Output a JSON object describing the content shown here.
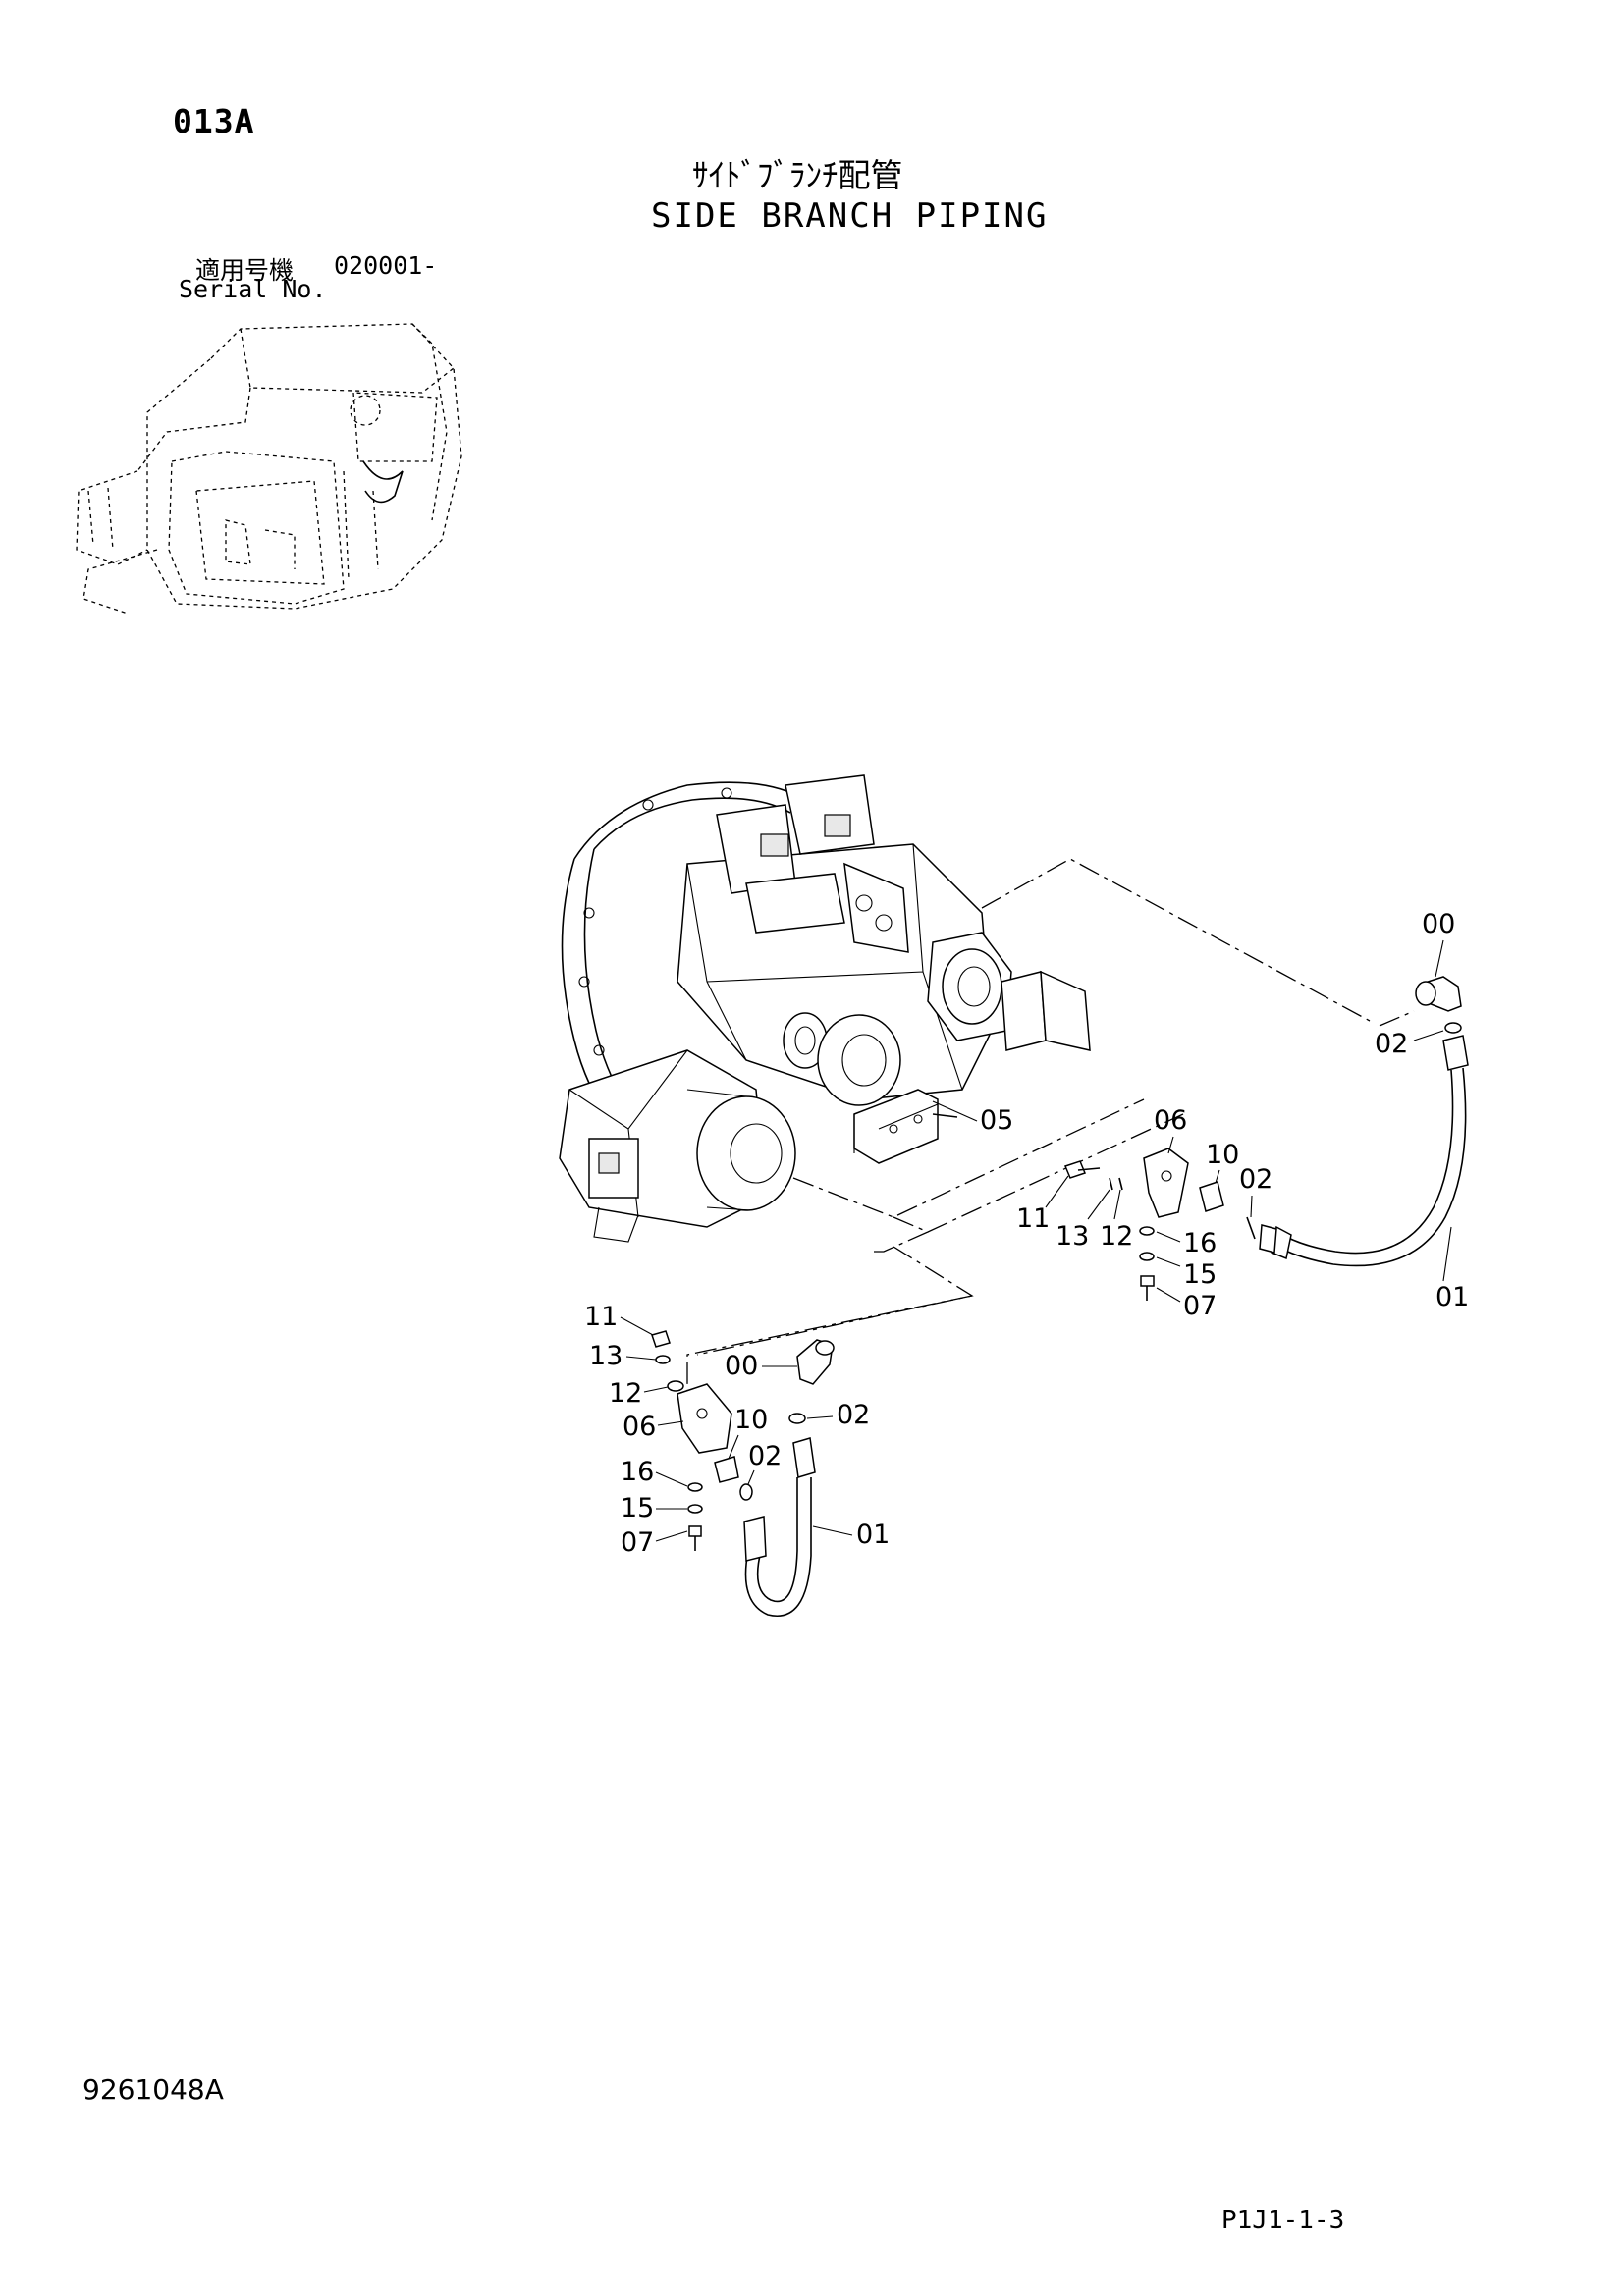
{
  "header": {
    "code": "013A",
    "title_jp": "ｻｲﾄﾞﾌﾞﾗﾝﾁ配管",
    "title_en": "SIDE BRANCH PIPING",
    "serial_label_jp": "適用号機",
    "serial_value": "020001-",
    "serial_label_en": "Serial No."
  },
  "callouts": {
    "upper": [
      "00",
      "02",
      "01",
      "05",
      "06",
      "10",
      "02",
      "11",
      "13",
      "12",
      "16",
      "15",
      "07"
    ],
    "lower": [
      "11",
      "13",
      "12",
      "06",
      "00",
      "10",
      "02",
      "02",
      "16",
      "15",
      "07",
      "01"
    ]
  },
  "footer": {
    "doc_number": "9261048A",
    "page_code": "P1J1-1-3"
  }
}
